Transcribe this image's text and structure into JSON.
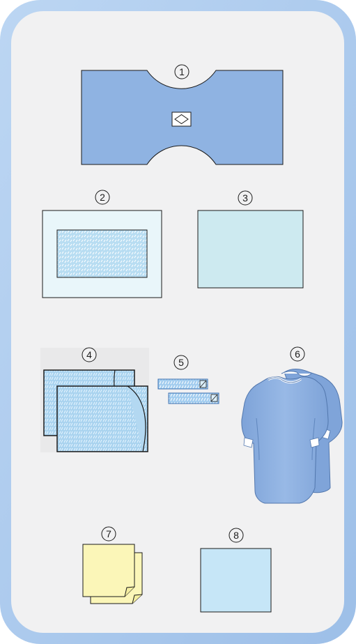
{
  "items": [
    {
      "number": "1",
      "label": "①"
    },
    {
      "number": "2",
      "label": "②"
    },
    {
      "number": "3",
      "label": "③"
    },
    {
      "number": "4",
      "label": "④"
    },
    {
      "number": "5",
      "label": "⑤"
    },
    {
      "number": "6",
      "label": "⑥"
    },
    {
      "number": "7",
      "label": "⑦"
    },
    {
      "number": "8",
      "label": "⑧"
    }
  ],
  "colors": {
    "frame": "#aac9ee",
    "panel": "#f1f1f2",
    "drape_blue": "#8fb3e2",
    "drape_light": "#cdeaf0",
    "towel_blue": "#c6e6f7",
    "gown": "#8eb1e1",
    "gown_shadow": "#6e93c8",
    "yellow": "#fbf6b8",
    "outline": "#1a1a1a"
  }
}
